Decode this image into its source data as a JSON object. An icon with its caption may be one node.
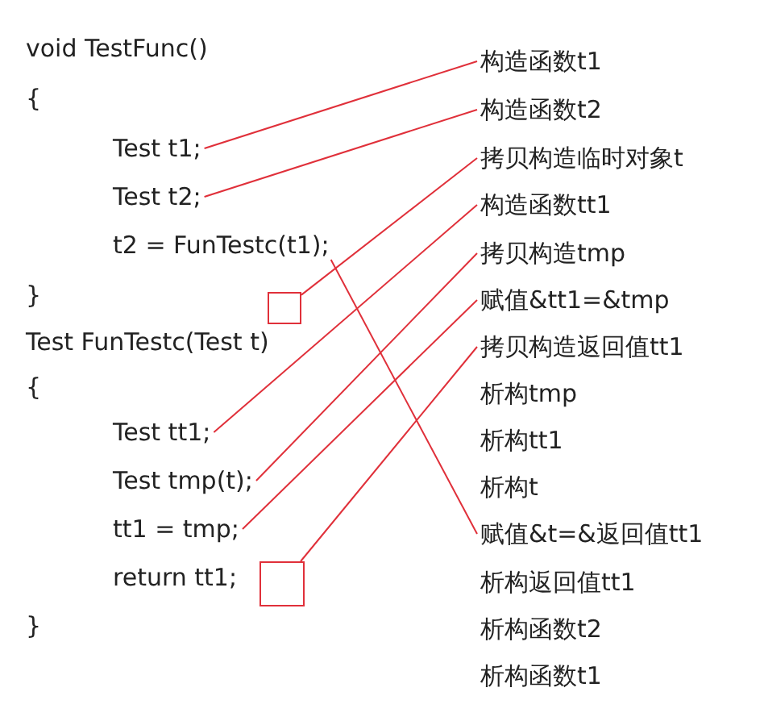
{
  "diagram": {
    "nodes": [
      {
        "text": [
          "Test t1;"
        ]
      },
      {
        "text": [
          "Test t2;"
        ]
      },
      {
        "text": [
          "t2 = FunTestc(t1);"
        ]
      },
      {
        "text": [],
        "shape": "box"
      },
      {
        "text": [
          "Test tt1;"
        ]
      },
      {
        "text": [
          "Test tmp(t);"
        ]
      },
      {
        "text": [
          "tt1 = tmp;"
        ]
      },
      {
        "text": [],
        "shape": "box"
      },
      {
        "text": [
          "构造函数t1"
        ]
      },
      {
        "text": [
          "构造函数t2"
        ]
      },
      {
        "text": [
          "拷贝构造临时对象t"
        ]
      },
      {
        "text": [
          "构造函数tt1"
        ]
      },
      {
        "text": [
          "拷贝构造tmp"
        ]
      },
      {
        "text": [
          "赋值&tt1=&tmp"
        ]
      },
      {
        "text": [
          "拷贝构造返回值tt1"
        ]
      },
      {
        "text": [
          "赋值&t=&返回值tt1"
        ]
      }
    ],
    "edges": [
      {
        "from": 0,
        "to": 8,
        "arrow": "none"
      },
      {
        "from": 1,
        "to": 9,
        "arrow": "none"
      },
      {
        "from": 3,
        "to": 10,
        "arrow": "none"
      },
      {
        "from": 4,
        "to": 11,
        "arrow": "none"
      },
      {
        "from": 5,
        "to": 12,
        "arrow": "none"
      },
      {
        "from": 6,
        "to": 13,
        "arrow": "none"
      },
      {
        "from": 7,
        "to": 14,
        "arrow": "none"
      },
      {
        "from": 2,
        "to": 15,
        "arrow": "none"
      }
    ],
    "labels": [
      "void TestFunc()",
      "{",
      "}",
      "Test FunTestc(Test t)",
      "{",
      "return tt1;",
      "}",
      "析构tmp",
      "析构tt1",
      "析构t",
      "析构返回值tt1",
      "析构函数t2",
      "析构函数t1"
    ]
  }
}
